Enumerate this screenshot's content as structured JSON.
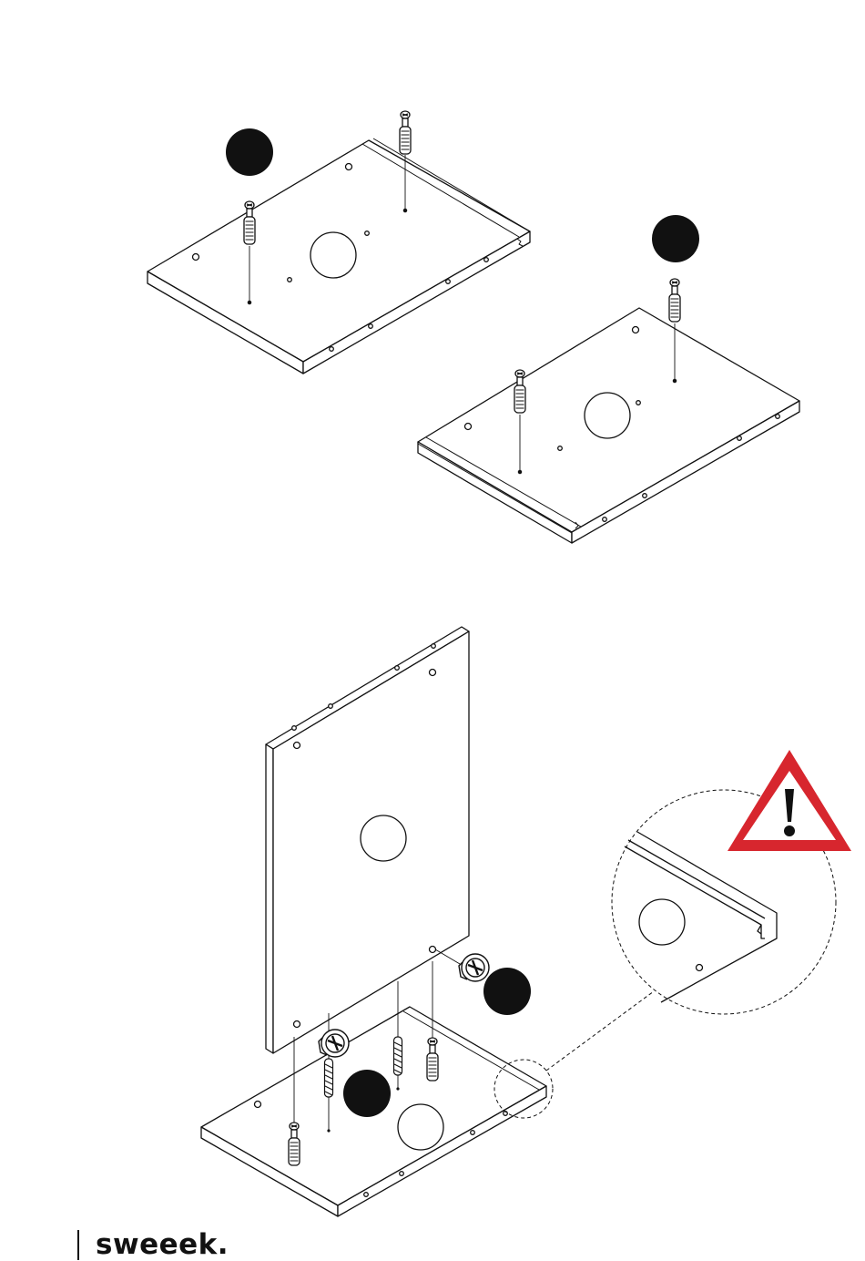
{
  "document": {
    "type": "assembly-instructions",
    "brand": {
      "logo_text": "sweeek.",
      "color": "#111111"
    },
    "step_markers": [
      {
        "name": "step-marker-a",
        "label": ""
      },
      {
        "name": "step-marker-b",
        "label": ""
      },
      {
        "name": "step-marker-c",
        "label": ""
      },
      {
        "name": "step-marker-d",
        "label": ""
      }
    ],
    "warning": {
      "icon": "warning-triangle-icon",
      "symbol": "!",
      "color": "#d7262e"
    },
    "colors": {
      "line": "#111111",
      "background": "#ffffff"
    }
  }
}
